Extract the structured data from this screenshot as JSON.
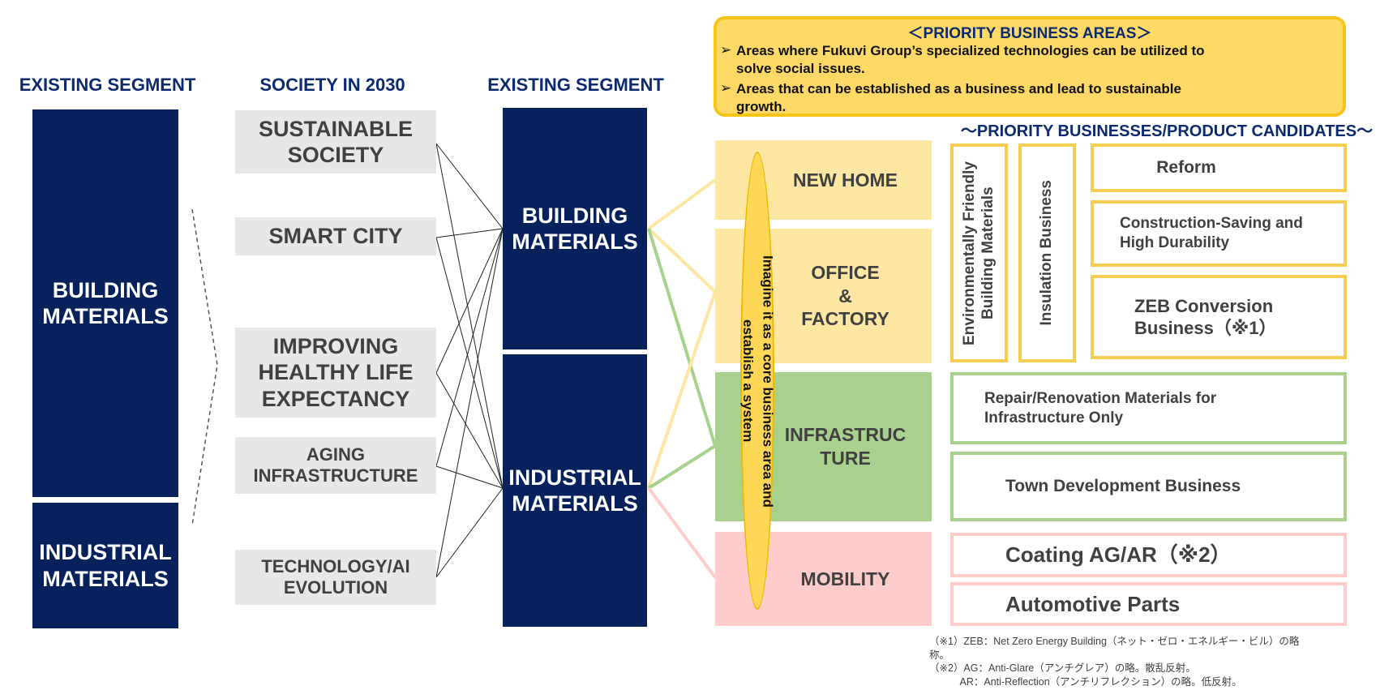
{
  "priority_panel": {
    "title": "＜PRIORITY BUSINESS AREAS＞",
    "bullet_glyph": "➢",
    "bullets": [
      "Areas where Fukuvi Group’s specialized technologies can be utilized to\nsolve social issues.",
      "Areas that can be established as a business and lead to sustainable\ngrowth."
    ]
  },
  "headers": {
    "existing_segment_left": "EXISTING SEGMENT",
    "society_2030": "SOCIETY IN 2030",
    "existing_segment_mid": "EXISTING SEGMENT",
    "candidates": "～PRIORITY BUSINESSES/PRODUCT CANDIDATES～"
  },
  "left_segments": {
    "building": "BUILDING\nMATERIALS",
    "industrial": "INDUSTRIAL\nMATERIALS"
  },
  "society": [
    "SUSTAINABLE\nSOCIETY",
    "SMART CITY",
    "IMPROVING\nHEALTHY LIFE\nEXPECTANCY",
    "AGING\nINFRASTRUCTURE",
    "TECHNOLOGY/AI\nEVOLUTION"
  ],
  "mid_segments": {
    "building": "BUILDING\nMATERIALS",
    "industrial": "INDUSTRIAL\nMATERIALS"
  },
  "core_note": "Imagine it as a core business area and\nestablish a system",
  "areas": {
    "new_home": "NEW HOME",
    "office_factory": "OFFICE\n&\nFACTORY",
    "infrastructure": "INFRASTRUC\nTURE",
    "mobility": "MOBILITY"
  },
  "candidates": {
    "vertical_env": "Environmentally Friendly\nBuilding Materials",
    "vertical_insulation": "Insulation Business",
    "reform": "Reform",
    "construction_saving": "Construction-Saving and\nHigh Durability",
    "zeb": "ZEB Conversion\nBusiness（※1）",
    "repair": "Repair/Renovation Materials for\nInfrastructure Only",
    "town": "Town Development Business",
    "coating": "Coating AG/AR（※2）",
    "automotive": "Automotive Parts"
  },
  "footnotes": {
    "note1": "（※1）ZEB：Net Zero Energy Building（ネット・ゼロ・エネルギー・ビル）の略\n称。",
    "note2": "（※2）AG：Anti-Glare（アンチグレア）の略。散乱反射。\n　　　AR：Anti-Reflection（アンチリフレクション）の略。低反射。"
  },
  "colors": {
    "navy": "#06215c",
    "header_blue": "#0d2a6e",
    "gray_box": "#e7e7e7",
    "yellow_light": "#fde7a3",
    "yellow_border": "#f5cd52",
    "green": "#a9d18e",
    "pink": "#ffcccc",
    "oval": "#ffd757"
  }
}
